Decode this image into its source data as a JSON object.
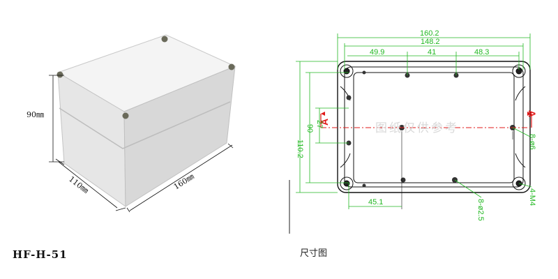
{
  "product": {
    "model": "HF-H-51",
    "height_label": "90㎜",
    "width_label": "110㎜",
    "length_label": "160㎜"
  },
  "drawing": {
    "title": "尺寸图",
    "watermark": "图纸仅供参考",
    "section_marker": "A",
    "dimensions": {
      "overall_width": "160.2",
      "inner_width": "148.2",
      "segment_left": "49.9",
      "segment_mid": "41",
      "segment_right": "48.3",
      "overall_height": "110.2",
      "inner_height": "90",
      "small_height": "27",
      "bottom_offset": "45.1",
      "hole_large": "8-ø6",
      "hole_small": "8-ø2.5",
      "thread": "4-M4"
    }
  },
  "colors": {
    "dimension": "#22b822",
    "section_line": "#e01818",
    "outline": "#111111",
    "box_top": "#f3f3f3",
    "box_side": "#dcdcdc"
  }
}
